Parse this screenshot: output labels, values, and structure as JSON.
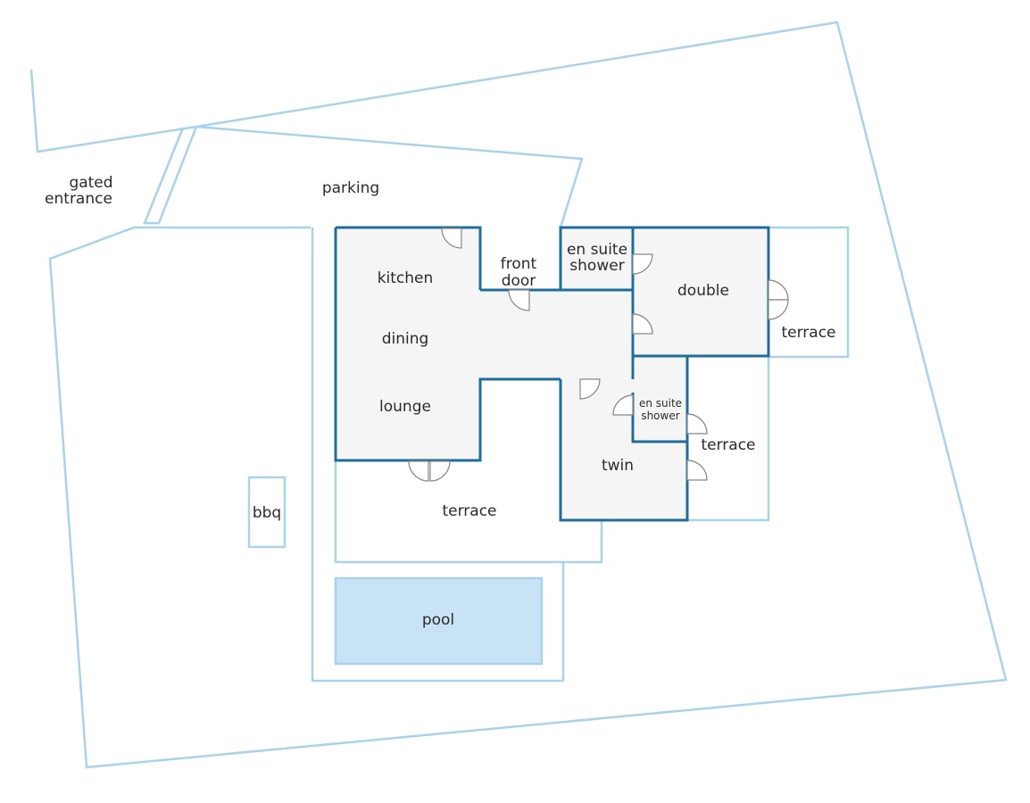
{
  "colors": {
    "outline": "#a9d3ea",
    "wall": "#1e6e9c",
    "room_fill": "#f5f5f5",
    "pool_fill": "#c7e3f5",
    "door": "#888888",
    "text": "#2b2b2b"
  },
  "labels": {
    "gated_line1": "gated",
    "gated_line2": "entrance",
    "parking": "parking",
    "kitchen": "kitchen",
    "dining": "dining",
    "lounge": "lounge",
    "front_line1": "front",
    "front_line2": "door",
    "ensuite1_line1": "en suite",
    "ensuite1_line2": "shower",
    "double": "double",
    "terrace_right": "terrace",
    "ensuite2_line1": "en suite",
    "ensuite2_line2": "shower",
    "terrace_east": "terrace",
    "twin": "twin",
    "terrace_south": "terrace",
    "bbq": "bbq",
    "pool": "pool"
  }
}
